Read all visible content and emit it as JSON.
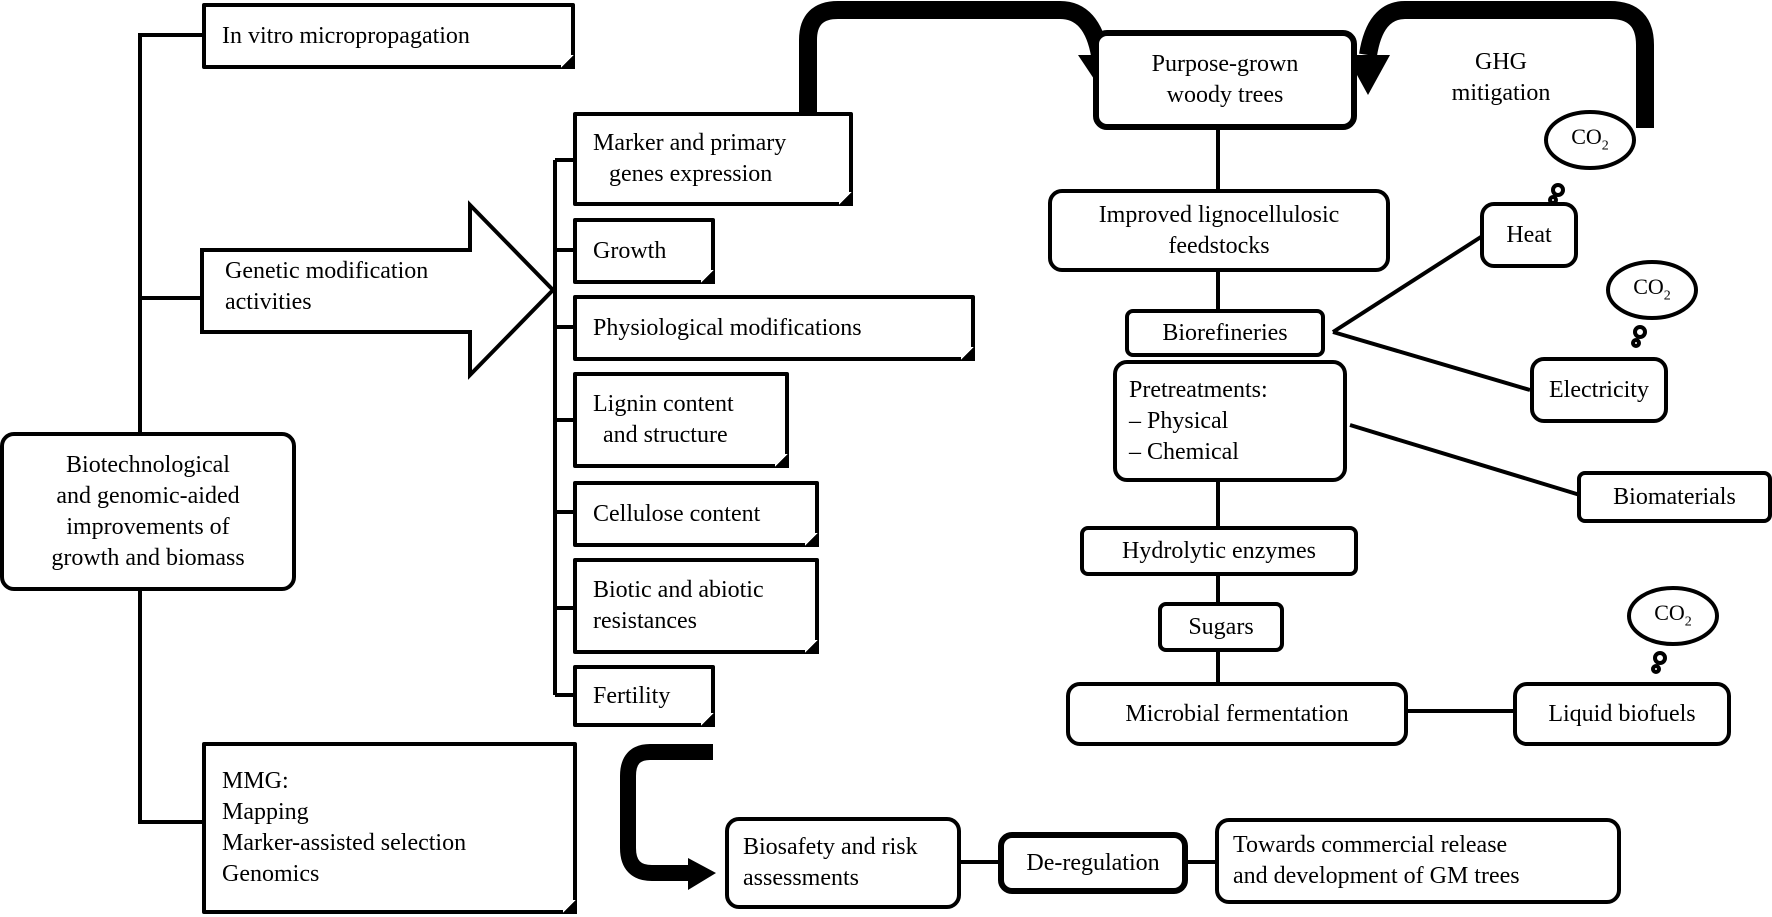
{
  "diagram": {
    "root": {
      "lines": [
        "Biotechnological",
        "and genomic-aided",
        "improvements of",
        "growth and biomass"
      ]
    },
    "branches": {
      "micropropagation": "In vitro micropropagation",
      "genetic_modification": {
        "lines": [
          "Genetic modification",
          "activities"
        ]
      },
      "mmg": {
        "lines": [
          "MMG:",
          "Mapping",
          "Marker-assisted selection",
          "Genomics"
        ]
      }
    },
    "targets": [
      {
        "lines": [
          "Marker and primary",
          "genes expression"
        ]
      },
      {
        "lines": [
          "Growth"
        ]
      },
      {
        "lines": [
          "Physiological modifications"
        ]
      },
      {
        "lines": [
          "Lignin content",
          "and structure"
        ]
      },
      {
        "lines": [
          "Cellulose content"
        ]
      },
      {
        "lines": [
          "Biotic and abiotic",
          "resistances"
        ]
      },
      {
        "lines": [
          "Fertility"
        ]
      }
    ],
    "pipeline": {
      "trees": {
        "lines": [
          "Purpose-grown",
          "woody trees"
        ]
      },
      "feedstocks": {
        "lines": [
          "Improved lignocellulosic",
          "feedstocks"
        ]
      },
      "biorefineries": "Biorefineries",
      "pretreatments": {
        "lines": [
          "Pretreatments:",
          "– Physical",
          "– Chemical"
        ]
      },
      "enzymes": "Hydrolytic enzymes",
      "sugars": "Sugars",
      "fermentation": "Microbial fermentation",
      "biofuels": "Liquid biofuels"
    },
    "outputs": {
      "heat": "Heat",
      "electricity": "Electricity",
      "biomaterials": "Biomaterials"
    },
    "ghg": {
      "lines": [
        "GHG",
        "mitigation"
      ]
    },
    "co2": {
      "main": "CO",
      "sub": "2"
    },
    "regulatory": {
      "biosafety": {
        "lines": [
          "Biosafety and risk",
          "assessments"
        ]
      },
      "deregulation": "De-regulation",
      "commercial": {
        "lines": [
          "Towards commercial release",
          "and development of GM trees"
        ]
      }
    }
  }
}
